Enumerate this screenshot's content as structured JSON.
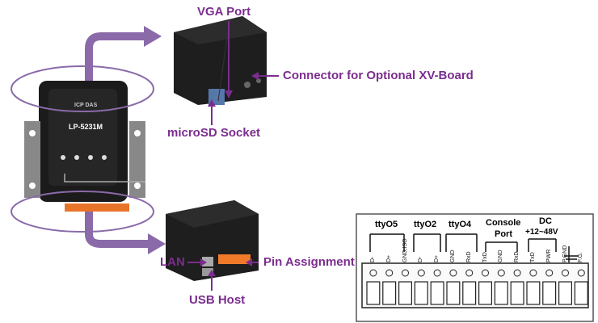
{
  "callouts": {
    "vga_port": "VGA Port",
    "xv_connector": "Connector for Optional XV-Board",
    "microsd": "microSD Socket",
    "lan": "LAN",
    "usb_host": "USB Host",
    "pin_assignment": "Pin Assignment"
  },
  "device": {
    "model": "LP-5231M",
    "brand": "ICP DAS"
  },
  "pinout": {
    "groups": [
      "ttyO5",
      "ttyO2",
      "ttyO4",
      "Console",
      "Port",
      "DC",
      "+12~48V"
    ],
    "pins": [
      "D-",
      "D+",
      "GND,ISO",
      "D-",
      "D+",
      "GND",
      "RxD",
      "TxD",
      "GND",
      "RxD",
      "TxD",
      "PWR",
      "P.GND",
      "F.G."
    ]
  },
  "colors": {
    "callout": "#7b2d8e",
    "arrow": "#8a5aa8"
  }
}
